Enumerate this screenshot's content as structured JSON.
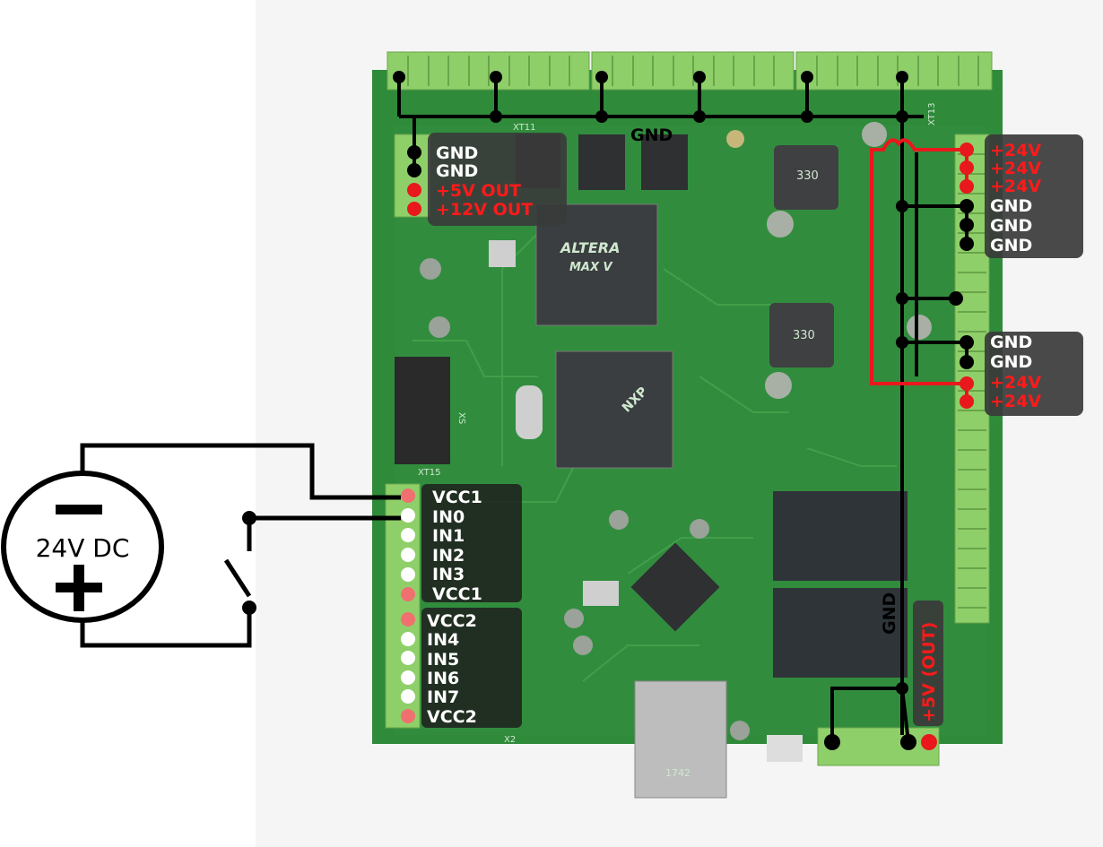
{
  "colors": {
    "pcb": "#2f8a3a",
    "wire_gnd": "#000000",
    "wire_pwr": "#e8181c",
    "label_box": "#3a3a3a",
    "label_text": "#ffffff",
    "label_pwr": "#ff1a1a",
    "terminal": "#8fcf6a"
  },
  "power_supply": {
    "label": "24V DC",
    "minus": "−",
    "plus": "+"
  },
  "top_left_block": [
    "GND",
    "GND",
    "+5V OUT",
    "+12V OUT"
  ],
  "right_top_block": [
    "+24V",
    "+24V",
    "+24V",
    "GND",
    "GND",
    "GND"
  ],
  "right_mid_block": [
    "GND",
    "GND",
    "+24V",
    "+24V"
  ],
  "input_block_1": [
    "VCC1",
    "IN0",
    "IN1",
    "IN2",
    "IN3",
    "VCC1"
  ],
  "input_block_2": [
    "VCC2",
    "IN4",
    "IN5",
    "IN6",
    "IN7",
    "VCC2"
  ],
  "wire_labels": {
    "top_gnd": "GND",
    "vertical_gnd": "GND",
    "out_5v": "+5V (OUT)"
  },
  "silkscreen": [
    "XT11",
    "XT13",
    "XT15",
    "X2",
    "XS",
    "ALTERA",
    "MAX V",
    "NXP",
    "330",
    "330",
    "1742"
  ]
}
